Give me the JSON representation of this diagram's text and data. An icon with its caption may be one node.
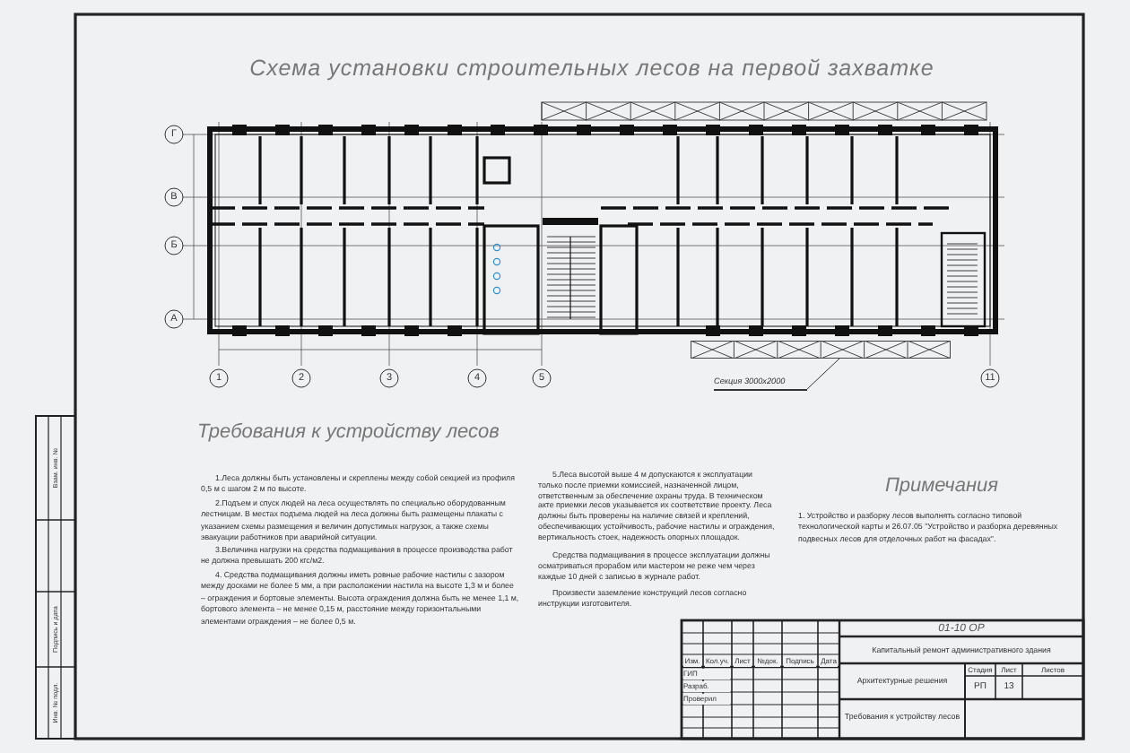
{
  "diagram": {
    "title": "Схема установки строительных лесов на первой захватке",
    "nodes": [
      {
        "text": [
          "Секция 3000х2000"
        ]
      },
      {
        "text": [],
        "shape": "bar"
      }
    ],
    "edges": [
      {
        "from": 0,
        "to": 1,
        "arrow": "none"
      }
    ],
    "labels": [
      "Г",
      "В",
      "Б",
      "А",
      "1",
      "2",
      "3",
      "4",
      "5",
      "11",
      "Требования к устройству лесов",
      "1.Леса должны быть установлены и скреплены между собой секцией из профиля 0,5 м с шагом 2 м по высоте.",
      "2.Подъем и спуск людей на леса осуществлять по специально оборудованным лестницам. В местах подъема людей на леса должны быть размещены плакаты с указанием схемы размещения и величин допустимых нагрузок, а также схемы эвакуации работников при аварийной ситуации.",
      "3.Величина нагрузки на средства подмащивания в процессе производства работ не должна превышать 200 кгс/м2.",
      "4. Средства подмащивания должны иметь ровные рабочие настилы с зазором между досками не более 5 мм, а при расположении настила на высоте 1,3 м и более – ограждения и бортовые элементы. Высота ограждения должна быть не менее 1,1 м, бортового элемента – не менее 0,15 м, расстояние между горизонтальными элементами ограждения – не более 0,5 м.",
      "5.Леса высотой выше 4 м допускаются к эксплуатации только после приемки комиссией, назначенной лицом, ответственным за обеспечение охраны труда. В техническом акте приемки лесов указывается их соответствие проекту. Леса должны быть проверены на наличие связей и креплений, обеспечивающих устойчивость, рабочие настилы и ограждения, вертикальность стоек, надежность опорных площадок.",
      "Средства подмащивания в процессе эксплуатации должны осматриваться прорабом или мастером не реже чем через каждые 10 дней с записью в журнале работ.",
      "Произвести заземление конструкций лесов согласно инструкции изготовителя.",
      "Примечания",
      "1. Устройство и разборку лесов выполнять согласно типовой технологической карты и 26.07.05 \"Устройство и разборка деревянных подвесных лесов для отделочных работ на фасадах\".",
      "01-10 ОР",
      "Капитальный ремонт административного здания",
      "Изм.",
      "Кол.уч.",
      "Лист",
      "№док.",
      "Подпись",
      "Дата",
      "ГИП",
      "Разраб.",
      "Проверил",
      "Архитектурные решения",
      "Стадия",
      "Лист",
      "Листов",
      "РП",
      "13",
      "Требования к устройству лесов",
      "Инв. № подл.",
      "Подпись и дата",
      "Взам. инв. №"
    ]
  }
}
